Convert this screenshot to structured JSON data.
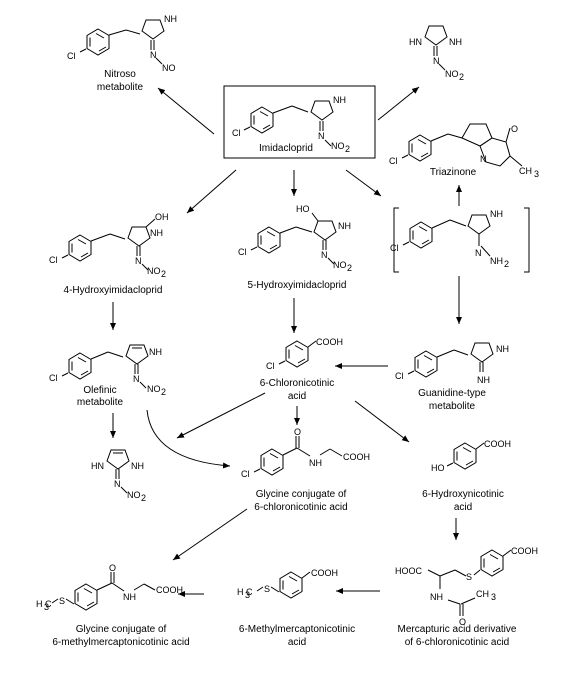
{
  "compounds": {
    "nitroso": [
      "Nitroso",
      "metabolite"
    ],
    "imidacloprid": [
      "Imidacloprid"
    ],
    "triazinone": [
      "Triazinone"
    ],
    "hydroxy4": [
      "4-Hydroxyimidacloprid"
    ],
    "hydroxy5": [
      "5-Hydroxyimidacloprid"
    ],
    "olefinic": [
      "Olefinic",
      "metabolite"
    ],
    "chloronicotinic": [
      "6-Chloronicotinic",
      "acid"
    ],
    "guanidine": [
      "Guanidine-type",
      "metabolite"
    ],
    "glycine_cl": [
      "Glycine conjugate of",
      "6-chloronicotinic acid"
    ],
    "hydroxynicotinic": [
      "6-Hydroxynicotinic",
      "acid"
    ],
    "glycine_ms": [
      "Glycine conjugate of",
      "6-methylmercaptonicotinic acid"
    ],
    "methylmercapto": [
      "6-Methylmercaptonicotinic",
      "acid"
    ],
    "mercapturic": [
      "Mercapturic acid derivative",
      "of 6-chloronicotinic acid"
    ]
  },
  "atoms": {
    "cl": "Cl",
    "nh": "NH",
    "hn": "HN",
    "n": "N",
    "no": "NO",
    "no2": "NO",
    "sub2": "2",
    "nh2": "NH",
    "oh": "OH",
    "ho": "HO",
    "cooh": "COOH",
    "h3c": "H C",
    "ch3": "CH",
    "sub3": "3",
    "o": "O",
    "s": "S",
    "hooc": "HOOC"
  }
}
